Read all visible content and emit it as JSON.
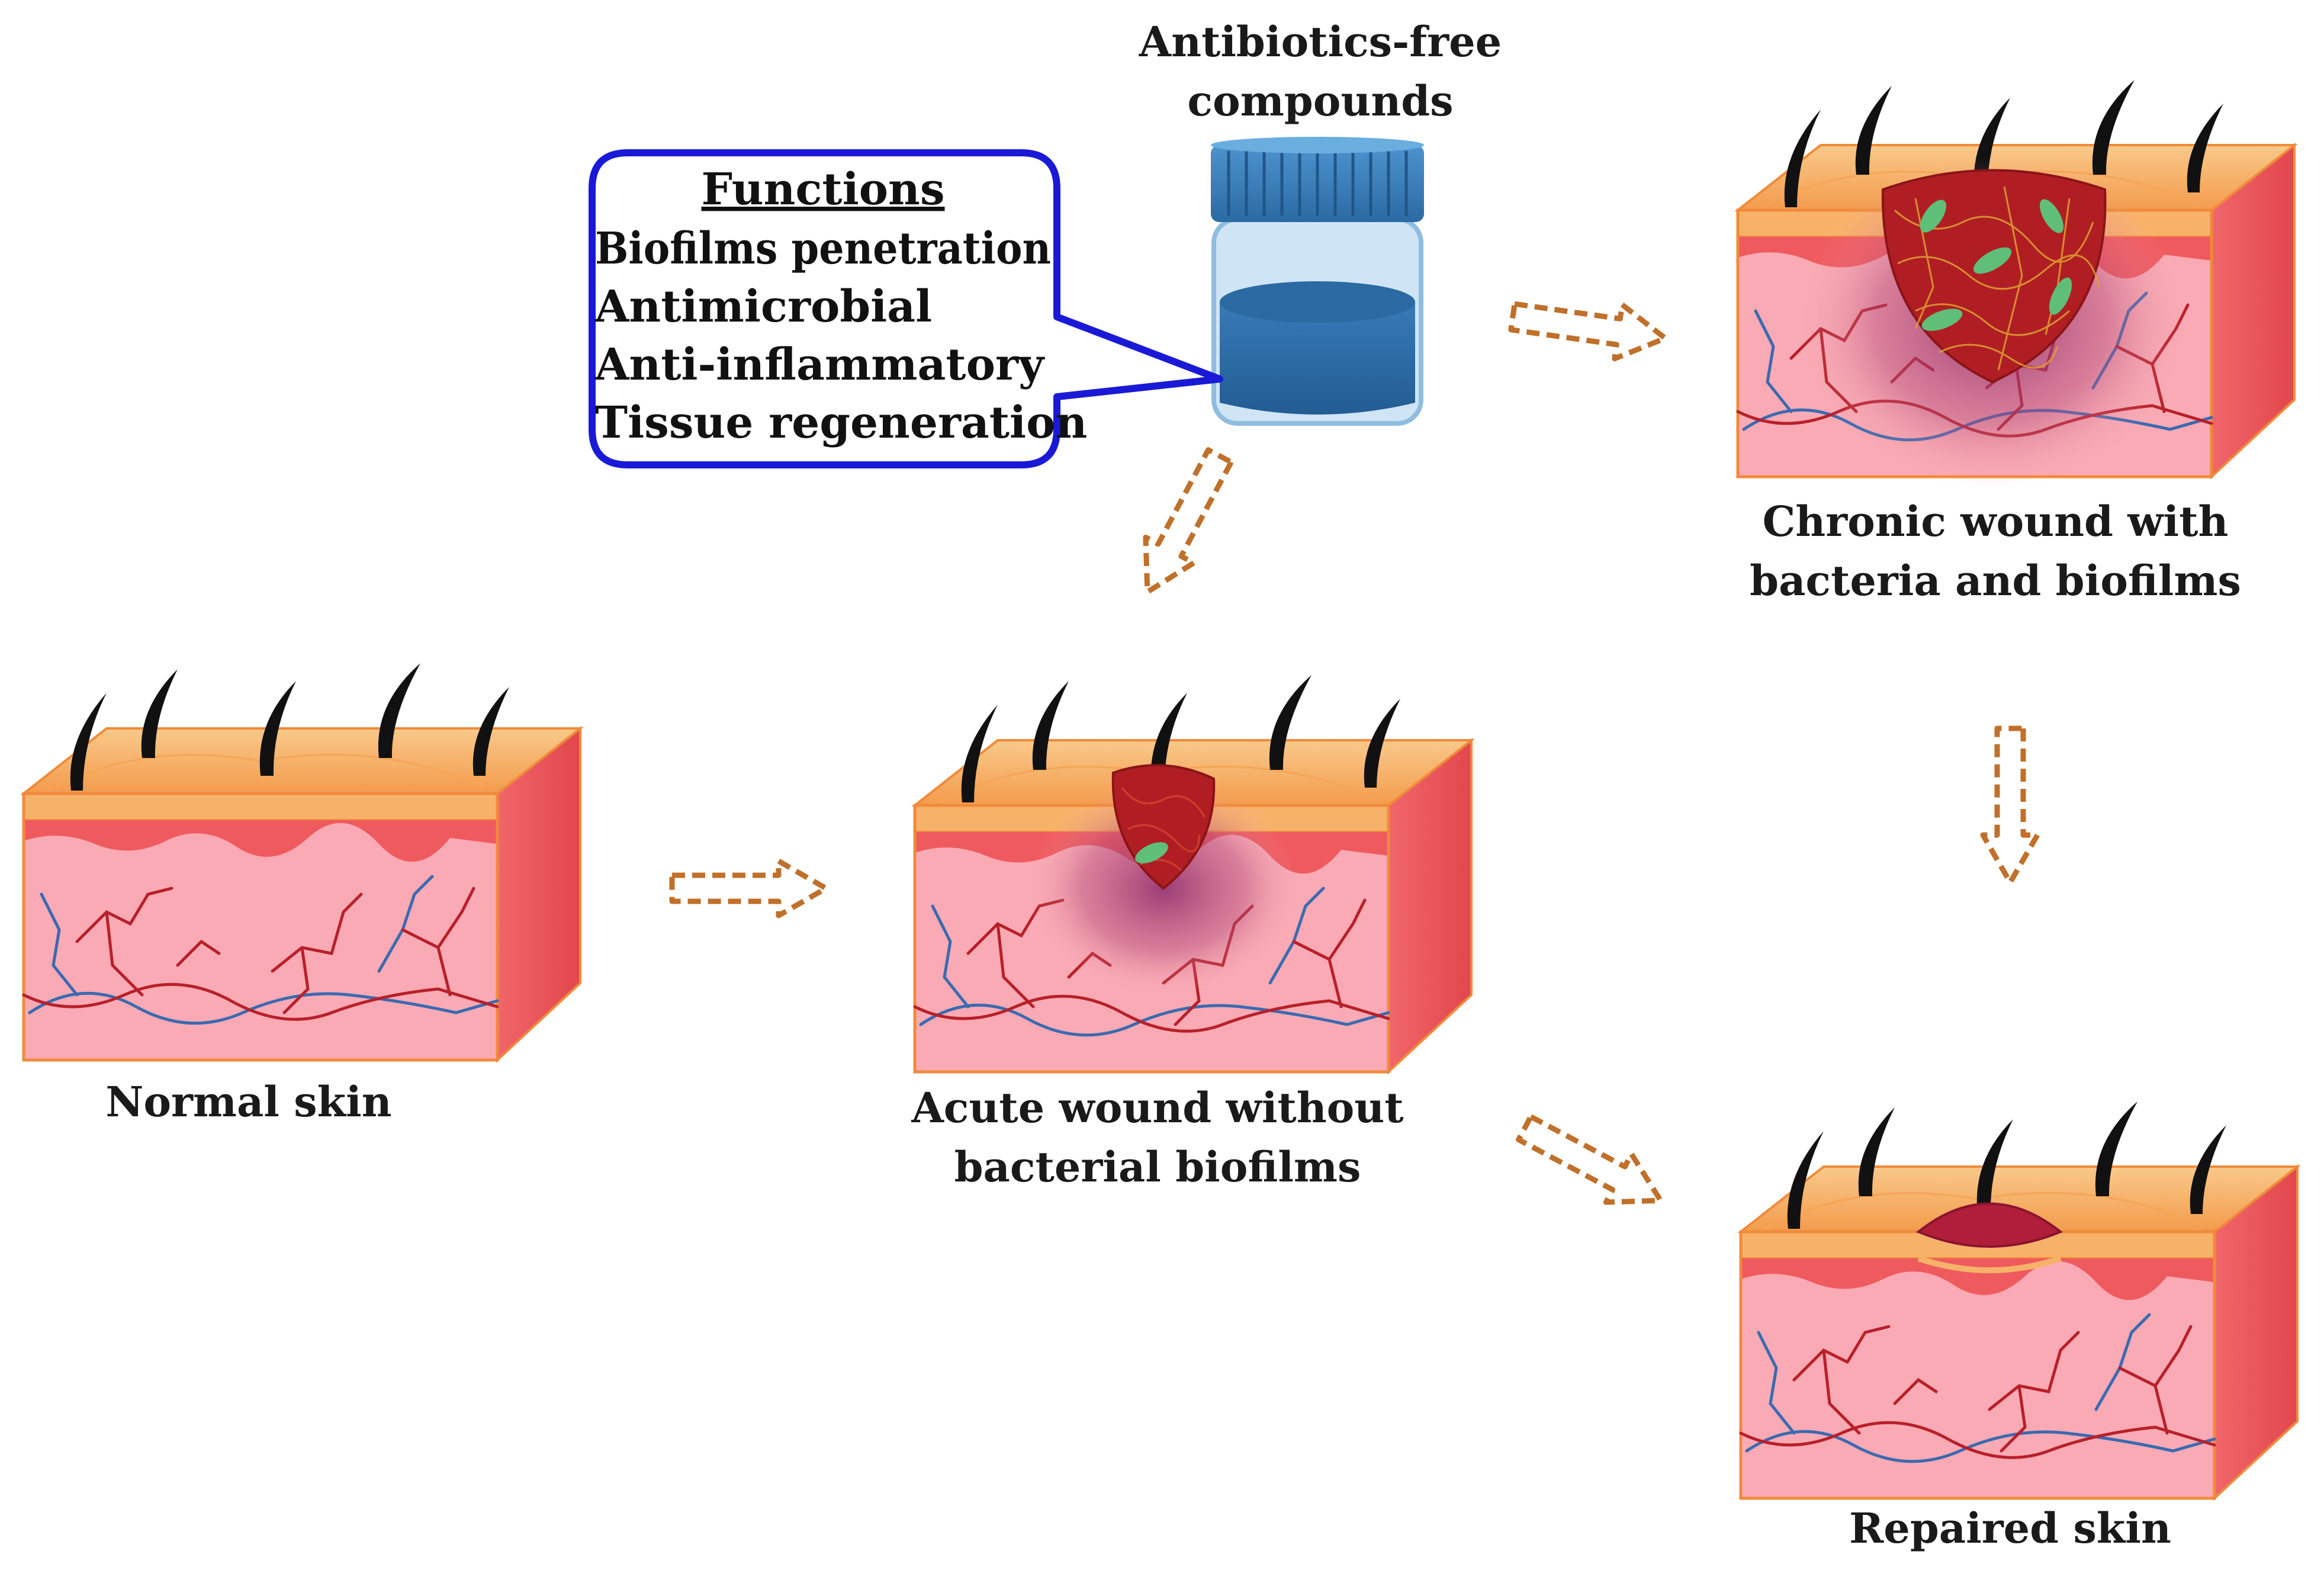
{
  "compound": {
    "title_line1": "Antibiotics-free",
    "title_line2": "compounds"
  },
  "functions_box": {
    "heading": "Functions",
    "items": [
      "Biofilms penetration",
      "Antimicrobial",
      "Anti-inflammatory",
      "Tissue regeneration"
    ]
  },
  "stages": {
    "normal": "Normal skin",
    "acute_line1": "Acute wound without",
    "acute_line2": "bacterial biofilms",
    "chronic_line1": "Chronic wound with",
    "chronic_line2": "bacteria and biofilms",
    "repaired": "Repaired skin"
  },
  "colors": {
    "callout_border": "#1a1ad6",
    "arrow": "#c0702a",
    "epidermis": "#f7b26a",
    "dermis": "#f9aab4",
    "skin_side": "#ef5a5e",
    "vessel_red": "#b8202a",
    "vessel_blue": "#3a6ab0",
    "wound": "#b01e24",
    "bacteria": "#5fbf78",
    "vial": "#2f6fa8"
  }
}
